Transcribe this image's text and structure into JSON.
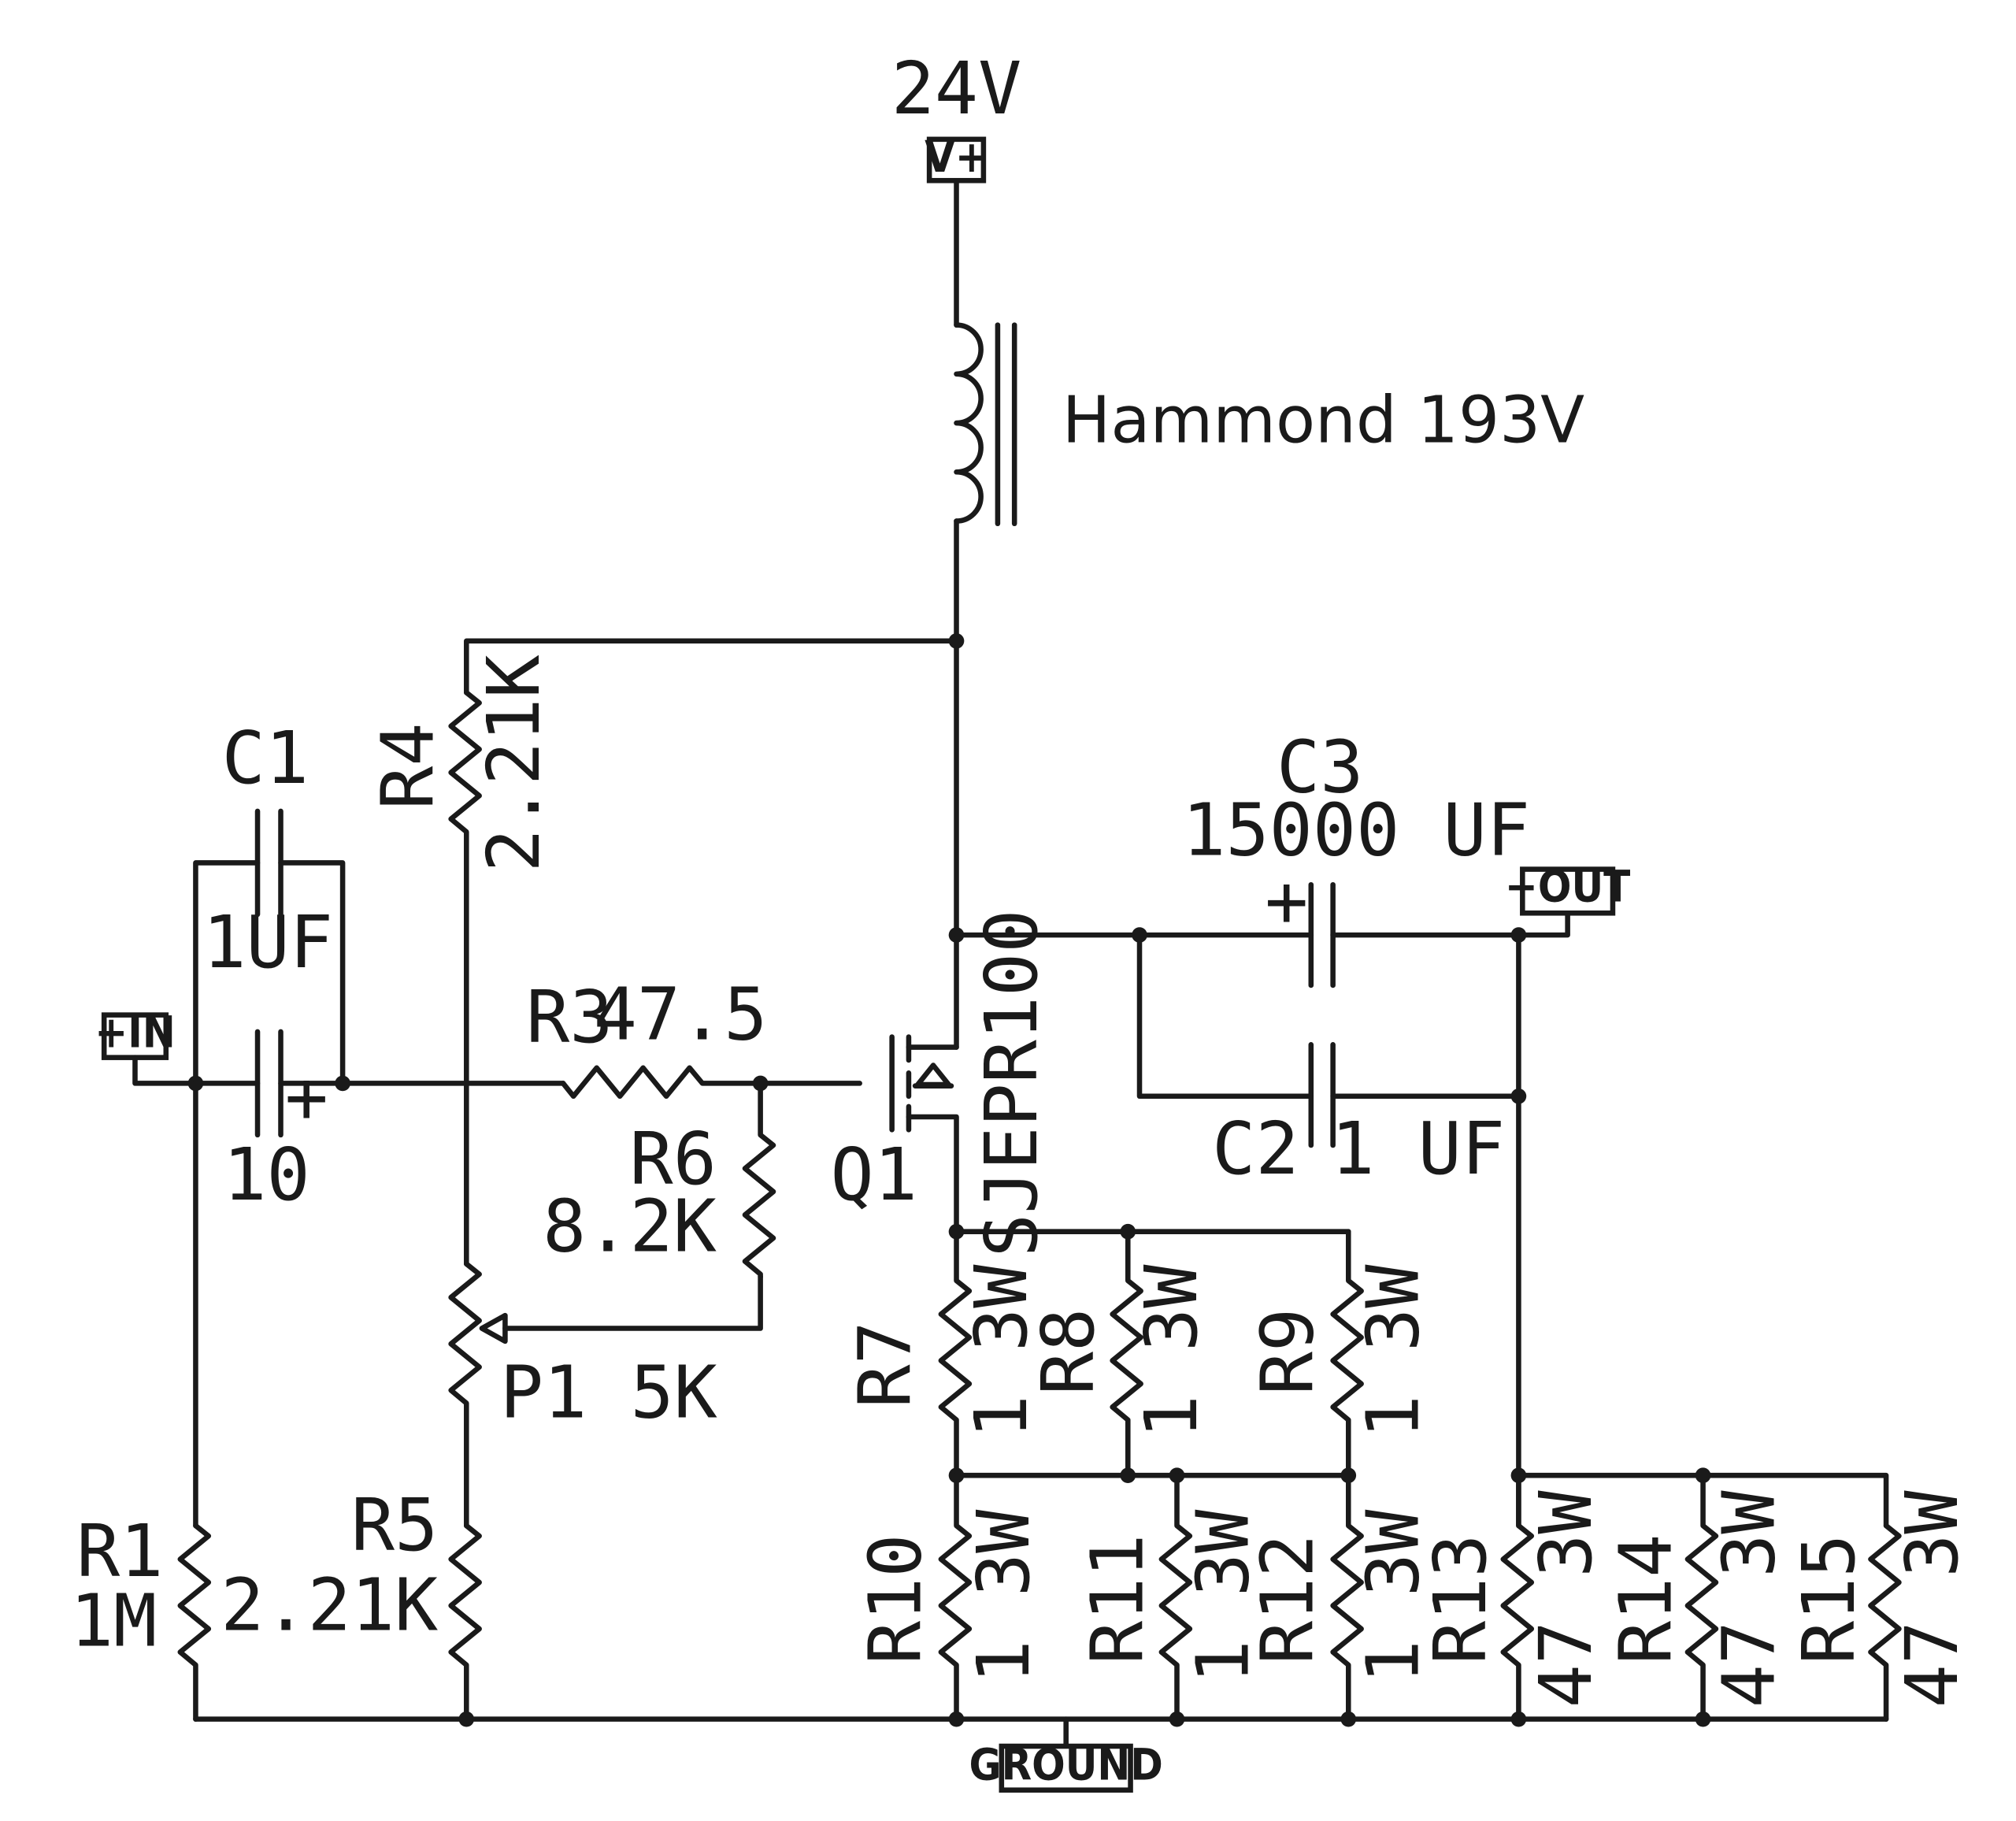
{
  "supply": {
    "voltage": "24V",
    "port": "V+"
  },
  "ports": {
    "input": "+IN",
    "output": "−OUT",
    "ground": "GROUND"
  },
  "transformer": {
    "label": "Hammond 193V"
  },
  "components": {
    "C1": {
      "ref": "C1",
      "value": "1UF"
    },
    "C_in": {
      "value": "10"
    },
    "C2": {
      "ref": "C2",
      "value": "1 UF"
    },
    "C3": {
      "ref": "C3",
      "value": "15000 UF"
    },
    "R1": {
      "ref": "R1",
      "value": "1M"
    },
    "R3": {
      "ref": "R3",
      "value": "47.5"
    },
    "R4": {
      "ref": "R4",
      "value": "2.21K"
    },
    "R5": {
      "ref": "R5",
      "value": "2.21K"
    },
    "R6": {
      "ref": "R6",
      "value": "8.2K"
    },
    "P1": {
      "label": "P1 5K"
    },
    "Q1": {
      "ref": "Q1",
      "part": "SJEPR100"
    },
    "R7": {
      "ref": "R7",
      "value": "1 3W"
    },
    "R8": {
      "ref": "R8",
      "value": "1 3W"
    },
    "R9": {
      "ref": "R9",
      "value": "1 3W"
    },
    "R10": {
      "ref": "R10",
      "value": "1 3W"
    },
    "R11": {
      "ref": "R11",
      "value": "1 3W"
    },
    "R12": {
      "ref": "R12",
      "value": "1 3W"
    },
    "R13": {
      "ref": "R13",
      "value": "47 3W"
    },
    "R14": {
      "ref": "R14",
      "value": "47 3W"
    },
    "R15": {
      "ref": "R15",
      "value": "47 3W"
    }
  },
  "polarity_mark": "+"
}
